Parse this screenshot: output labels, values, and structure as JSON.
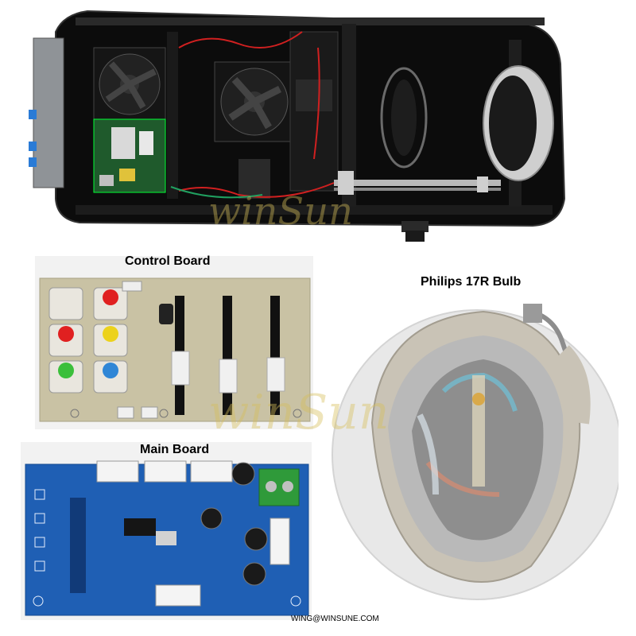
{
  "captions": {
    "control_board": "Control Board",
    "main_board": "Main Board",
    "bulb": "Philips 17R Bulb"
  },
  "footer": {
    "email": "WING@WINSUNE.COM"
  },
  "watermark": {
    "text": "winSun"
  },
  "colors": {
    "housing": "#111111",
    "pcb_green": "#1f5a2c",
    "control_board_pcb": "#c9c2a4",
    "main_board_pcb": "#1f5fb4",
    "terminal_green": "#2f9a3a",
    "button_red": "#e02020",
    "button_yellow": "#ecd21c",
    "button_green": "#3bbf3b",
    "button_blue": "#2f86d6",
    "watermark": "#d6be5a"
  }
}
